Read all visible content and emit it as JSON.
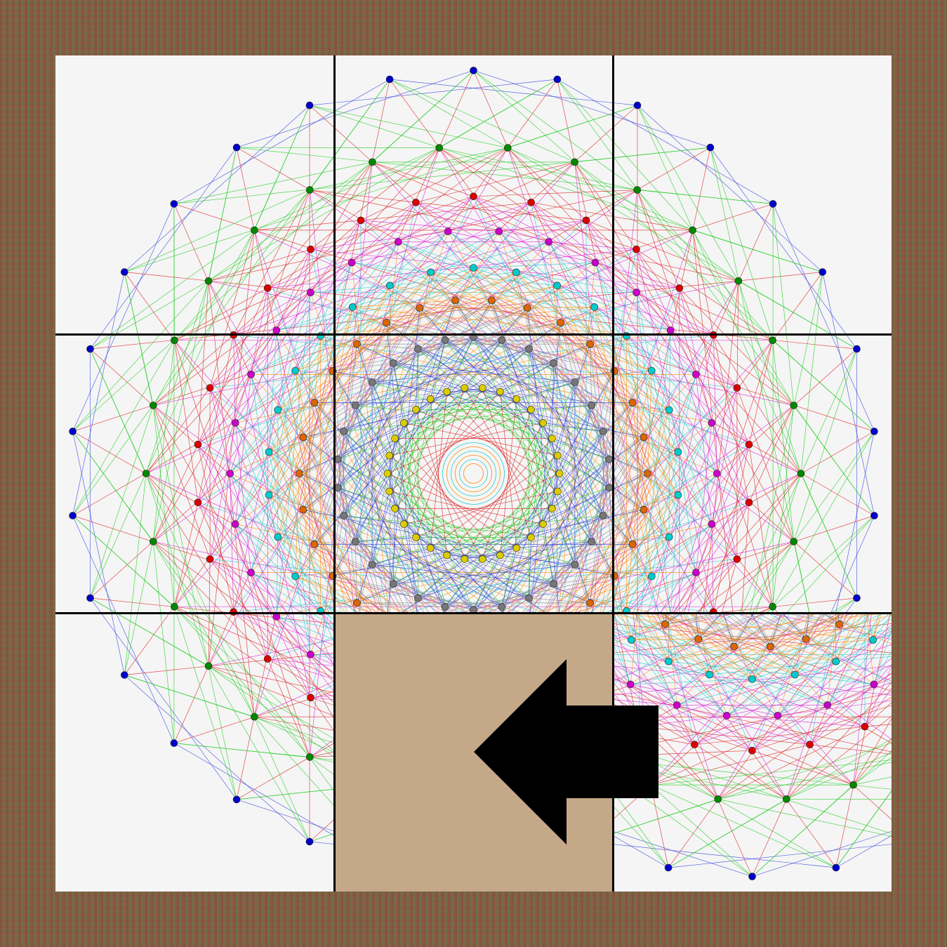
{
  "puzzle": {
    "rows": 3,
    "cols": 3,
    "tiles": [
      {
        "position": 0,
        "piece": 0
      },
      {
        "position": 1,
        "piece": 1
      },
      {
        "position": 2,
        "piece": 2
      },
      {
        "position": 3,
        "piece": 3
      },
      {
        "position": 4,
        "piece": 4
      },
      {
        "position": 5,
        "piece": 5
      },
      {
        "position": 6,
        "piece": 6
      },
      {
        "position": 7,
        "piece": null
      },
      {
        "position": 8,
        "piece": 7
      }
    ],
    "empty_tile_color": "#c4a888",
    "hint_arrow": {
      "direction": "left",
      "color": "#000000"
    }
  },
  "image": {
    "rings": [
      {
        "count": 30,
        "radius_fraction": 0.96,
        "color": "#0000cc"
      },
      {
        "count": 30,
        "radius_fraction": 0.78,
        "color": "#008800"
      },
      {
        "count": 30,
        "radius_fraction": 0.66,
        "color": "#dd0000"
      },
      {
        "count": 30,
        "radius_fraction": 0.58,
        "color": "#cc00cc"
      },
      {
        "count": 30,
        "radius_fraction": 0.49,
        "color": "#00cccc"
      },
      {
        "count": 30,
        "radius_fraction": 0.415,
        "color": "#dd6600"
      },
      {
        "count": 30,
        "radius_fraction": 0.325,
        "color": "#777777"
      },
      {
        "count": 30,
        "radius_fraction": 0.205,
        "color": "#ddcc00"
      }
    ],
    "line_colors": [
      "#3344dd",
      "#22cc22",
      "#dd2222",
      "#dd22dd",
      "#22cccc",
      "#ff8800",
      "#888888"
    ],
    "background": "#f5f5f5"
  }
}
